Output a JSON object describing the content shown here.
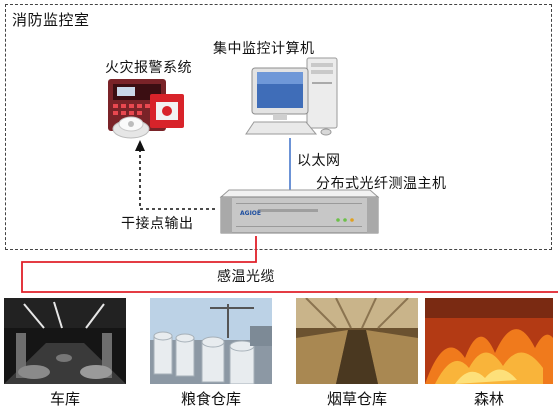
{
  "room_label": "消防监控室",
  "computer_label": "集中监控计算机",
  "fire_alarm_label": "火灾报警系统",
  "ethernet_label": "以太网",
  "host_label": "分布式光纤测温主机",
  "dry_contact_label": "干接点输出",
  "cable_label": "感温光缆",
  "host_brand": "AGIOE",
  "locations": [
    {
      "name": "车库"
    },
    {
      "name": "粮食仓库"
    },
    {
      "name": "烟草仓库"
    },
    {
      "name": "森林"
    }
  ],
  "colors": {
    "cable": "#e0202a",
    "ethernet": "#3b6fc9",
    "border": "#444444"
  }
}
